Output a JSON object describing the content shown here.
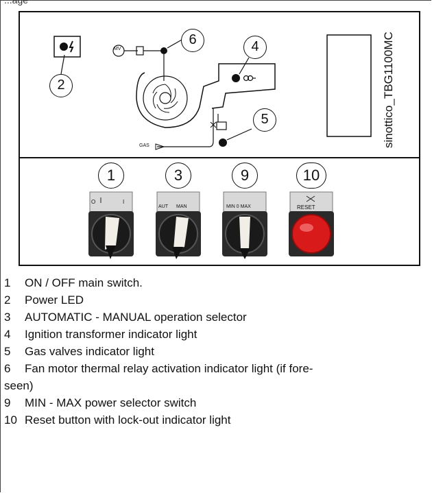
{
  "header_stub": "...age",
  "panel": {
    "side_label": "sinottico_TBG1100MC",
    "synoptic_markers": [
      {
        "id": "marker-2",
        "label": "2"
      },
      {
        "id": "marker-4",
        "label": "4"
      },
      {
        "id": "marker-5",
        "label": "5"
      },
      {
        "id": "marker-6",
        "label": "6"
      }
    ],
    "small_labels": {
      "mv": "MV",
      "gas": "GAS"
    },
    "switches": [
      {
        "number": "1",
        "plate_text_left": "O",
        "plate_text_right": "I",
        "icon": "power-lightning-icon"
      },
      {
        "number": "3",
        "plate_text_left": "AUT",
        "plate_text_right": "MAN",
        "icon": "hand-icon"
      },
      {
        "number": "9",
        "plate_text_left": "MIN 0 MAX",
        "plate_text_right": "",
        "icon": "hand-icon"
      },
      {
        "number": "10",
        "plate_text_left": "RESET",
        "plate_text_right": "",
        "icon": "reset-icon"
      }
    ]
  },
  "legend": [
    {
      "num": "1",
      "text": "ON / OFF main switch."
    },
    {
      "num": "2",
      "text": "Power LED"
    },
    {
      "num": "3",
      "text": "AUTOMATIC - MANUAL operation selector"
    },
    {
      "num": "4",
      "text": "Ignition transformer indicator light"
    },
    {
      "num": "5",
      "text": "Gas valves indicator light"
    },
    {
      "num": "6",
      "text": "Fan motor thermal relay activation indicator light (if fore-",
      "continuation": "seen)"
    },
    {
      "num": "9",
      "text": "MIN - MAX power selector switch"
    },
    {
      "num": "10",
      "text": "Reset button with lock-out indicator light"
    }
  ],
  "colors": {
    "reset_button": "#d81a1a",
    "switch_body": "#1c1c1c",
    "switch_lever": "#f0eee6"
  }
}
